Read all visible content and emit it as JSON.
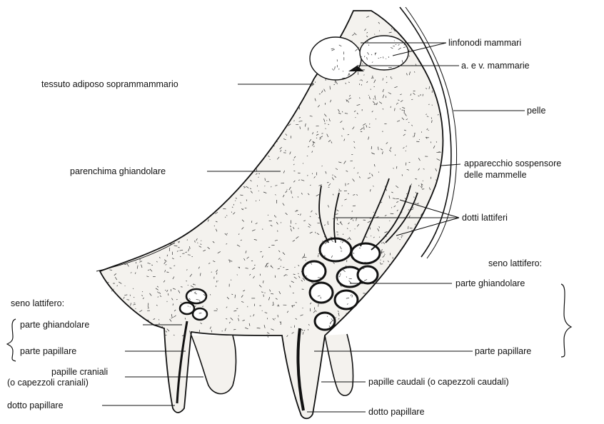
{
  "labels": {
    "linfonodi": "linfonodi mammari",
    "arteria": "a. e v. mammarie",
    "adiposo": "tessuto adiposo soprammammario",
    "pelle": "pelle",
    "parenchima": "parenchima ghiandolare",
    "sospensore_1": "apparecchio sospensore",
    "sospensore_2": "delle mammelle",
    "dotti": "dotti lattiferi",
    "seno_right": "seno lattifero:",
    "ghiand_right": "parte ghiandolare",
    "papill_right": "parte papillare",
    "caudali": "papille caudali (o capezzoli caudali)",
    "dotto_right": "dotto papillare",
    "seno_left": "seno lattifero:",
    "ghiand_left": "parte ghiandolare",
    "papill_left": "parte papillare",
    "craniali_1": "papille craniali",
    "craniali_2": "(o capezzoli craniali)",
    "dotto_left": "dotto papillare"
  },
  "colors": {
    "ink": "#111111",
    "gland_fill": "#f4f2ee",
    "background": "#ffffff"
  }
}
